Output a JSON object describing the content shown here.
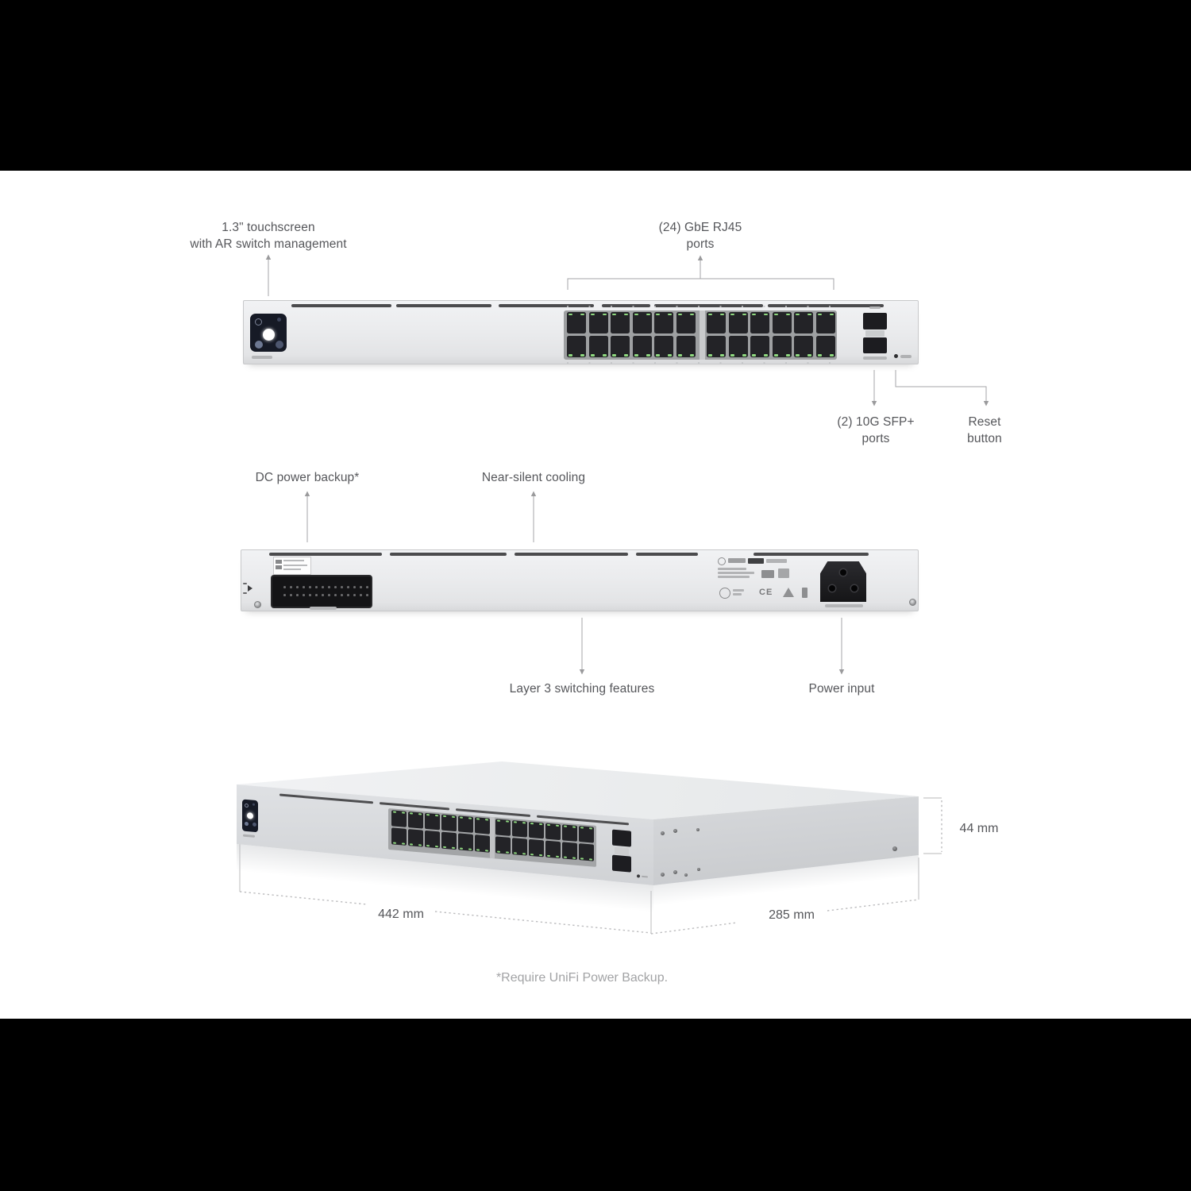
{
  "front_view": {
    "touchscreen_label_line1": "1.3\" touchscreen",
    "touchscreen_label_line2": "with AR switch management",
    "rj45_label_line1": "(24) GbE RJ45",
    "rj45_label_line2": "ports",
    "sfp_label_line1": "(2) 10G SFP+",
    "sfp_label_line2": "ports",
    "reset_label_line1": "Reset",
    "reset_label_line2": "button",
    "rj45_port_count": 24,
    "sfp_port_count": 2
  },
  "back_view": {
    "dc_power_label": "DC power backup*",
    "cooling_label": "Near-silent cooling",
    "layer3_label": "Layer 3 switching features",
    "power_input_label": "Power input",
    "ce_mark": "CE"
  },
  "dimensions": {
    "height": "44 mm",
    "width": "442 mm",
    "depth": "285 mm"
  },
  "footnote": "*Require UniFi Power Backup.",
  "layout_counts": {
    "rj45_cells_per_group": 12,
    "dc_pins_per_row": 14
  },
  "colors": {
    "led_green": "#8fd97f",
    "chassis_light": "#e9eaec",
    "panel_dark": "#232327",
    "label_text": "#55565a",
    "leader_line": "#a6a6a8",
    "letterbox": "#000000"
  }
}
